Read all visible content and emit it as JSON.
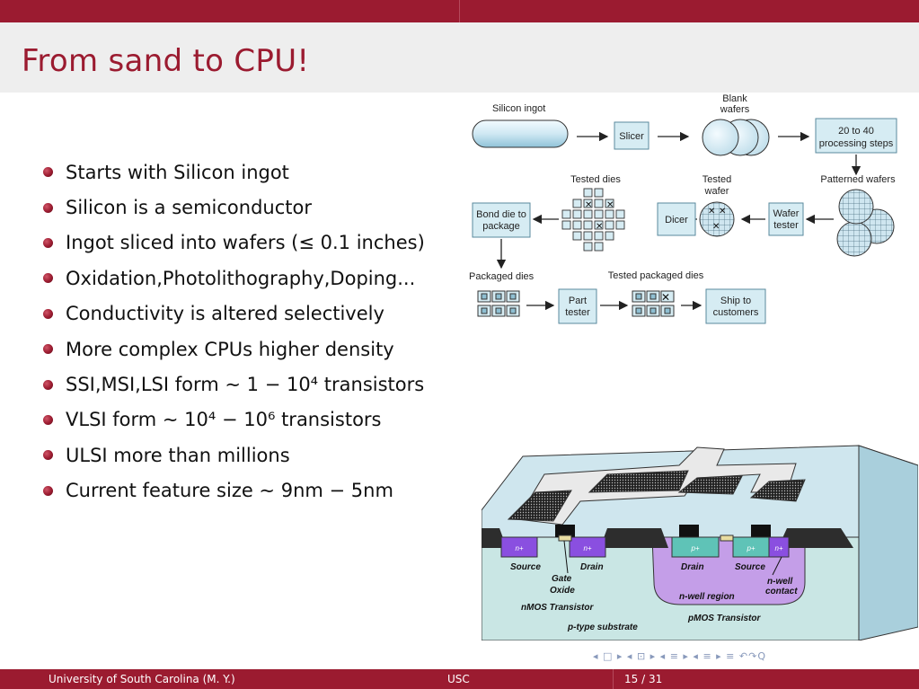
{
  "slide": {
    "title": "From sand to CPU!",
    "bullets": [
      "Starts with Silicon ingot",
      "Silicon is a semiconductor",
      "Ingot sliced into wafers (≤ 0.1 inches)",
      "Oxidation,Photolithography,Doping...",
      "Conductivity is altered selectively",
      "More complex CPUs higher density",
      "SSI,MSI,LSI form ∼ 1 − 10⁴ transistors",
      "VLSI form ∼ 10⁴ − 10⁶ transistors",
      "ULSI more than millions",
      "Current feature size ∼ 9nm − 5nm"
    ]
  },
  "flow_diagram": {
    "silicon_ingot": "Silicon ingot",
    "slicer": "Slicer",
    "blank_wafers_1": "Blank",
    "blank_wafers_2": "wafers",
    "steps_1": "20 to 40",
    "steps_2": "processing steps",
    "patterned_wafers": "Patterned wafers",
    "wafer_tester_1": "Wafer",
    "wafer_tester_2": "tester",
    "tested_wafer_1": "Tested",
    "tested_wafer_2": "wafer",
    "dicer": "Dicer",
    "tested_dies": "Tested dies",
    "bond_1": "Bond die to",
    "bond_2": "package",
    "packaged_dies": "Packaged dies",
    "part_tester_1": "Part",
    "part_tester_2": "tester",
    "tested_packaged_dies": "Tested packaged dies",
    "ship_1": "Ship to",
    "ship_2": "customers"
  },
  "cross_section": {
    "n_plus": "n+",
    "p_plus": "p+",
    "source": "Source",
    "drain": "Drain",
    "gate": "Gate",
    "oxide": "Oxide",
    "nmos": "nMOS Transistor",
    "pmos": "pMOS Transistor",
    "nwell_region": "n-well region",
    "nwell_contact_1": "n-well",
    "nwell_contact_2": "contact",
    "substrate": "p-type substrate"
  },
  "nav": {
    "symbols": "◂ □ ▸ ◂ ⊡ ▸ ◂ ≡ ▸ ◂ ≡ ▸   ≡   ↶↷Q"
  },
  "footer": {
    "left": "University of South Carolina  (M. Y.)",
    "center": "USC",
    "page": "15 / 31"
  },
  "colors": {
    "accent": "#9b1b30",
    "box": "#d6ecf3"
  }
}
